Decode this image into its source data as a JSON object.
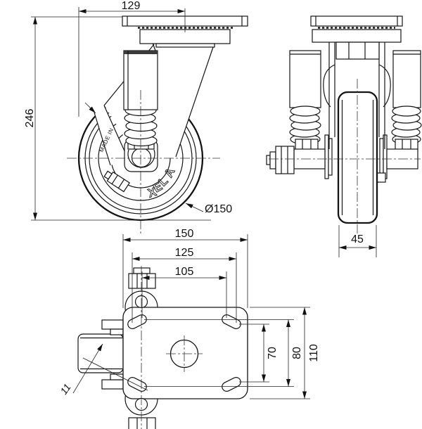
{
  "front_view": {
    "width_dim": "129",
    "height_dim": "246",
    "wheel_diameter_dim": "Ø150",
    "brand_letters": [
      "A",
      "L",
      "E",
      "X"
    ],
    "made_in_text": "MADE IN"
  },
  "side_view": {
    "wheel_width_dim": "45"
  },
  "plan_view": {
    "plate_width_dim": "150",
    "bolt_spacing_wide_dim": "125",
    "bolt_spacing_narrow_dim": "105",
    "bolt_vertical_narrow_dim": "70",
    "bolt_vertical_wide_dim": "80",
    "plate_depth_dim": "110",
    "slot_width_dim": "11"
  }
}
